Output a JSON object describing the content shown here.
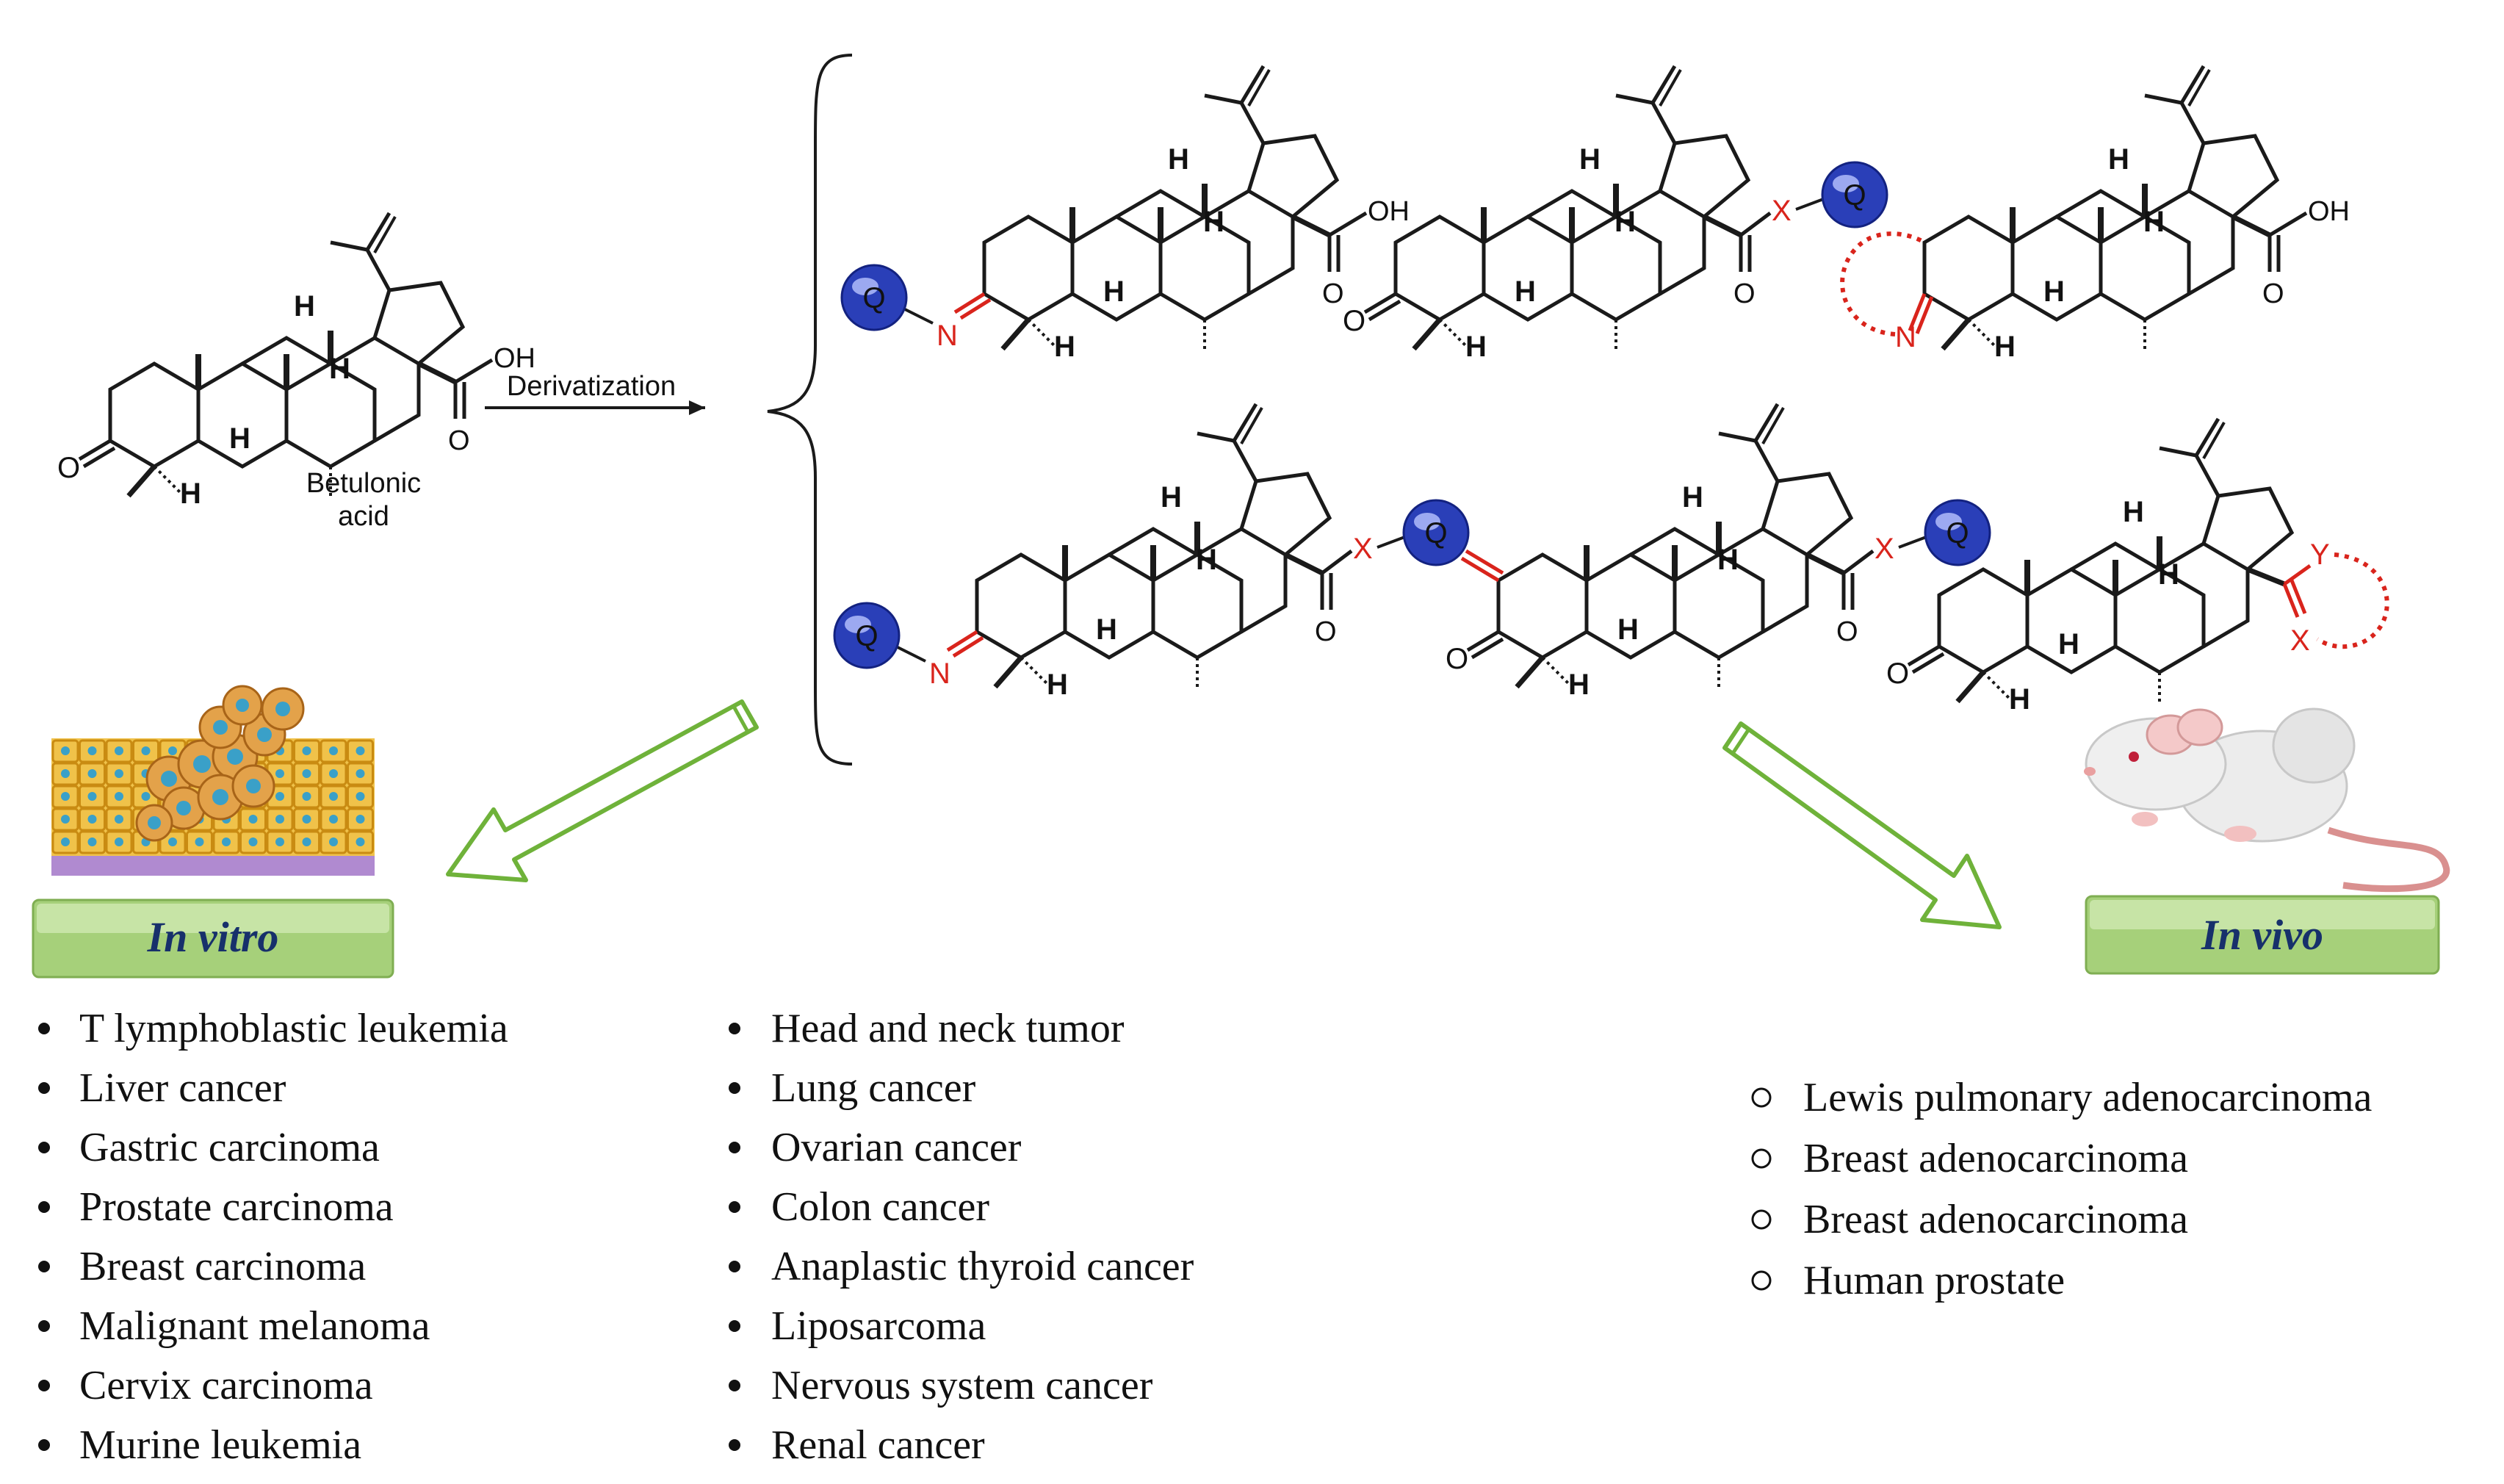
{
  "scheme": {
    "start_compound": {
      "name_line1": "Betulonic",
      "name_line2": "acid"
    },
    "reaction_arrow_label": "Derivatization",
    "atom_labels": {
      "oh": "OH",
      "h": "H",
      "o": "O",
      "n": "N",
      "q": "Q",
      "x": "X",
      "y": "Y"
    }
  },
  "in_vitro": {
    "title": "In vitro",
    "column1": [
      "T lymphoblastic leukemia",
      "Liver cancer",
      "Gastric carcinoma",
      "Prostate carcinoma",
      "Breast carcinoma",
      "Malignant melanoma",
      "Cervix carcinoma",
      "Murine leukemia"
    ],
    "column2": [
      "Head and neck tumor",
      "Lung cancer",
      "Ovarian cancer",
      "Colon cancer",
      "Anaplastic thyroid cancer",
      "Liposarcoma",
      "Nervous system cancer",
      "Renal cancer"
    ]
  },
  "in_vivo": {
    "title": "In vivo",
    "items": [
      "Lewis pulmonary adenocarcinoma",
      "Breast adenocarcinoma",
      "Breast adenocarcinoma",
      "Human prostate"
    ]
  },
  "colors": {
    "bond": "#1a1a1a",
    "heteroatom": "#d9241c",
    "q_sphere": "#2a3fb8",
    "badge_fill": "#a6d07a",
    "badge_text": "#17306b",
    "hollow_arrow": "#6fb23a"
  }
}
